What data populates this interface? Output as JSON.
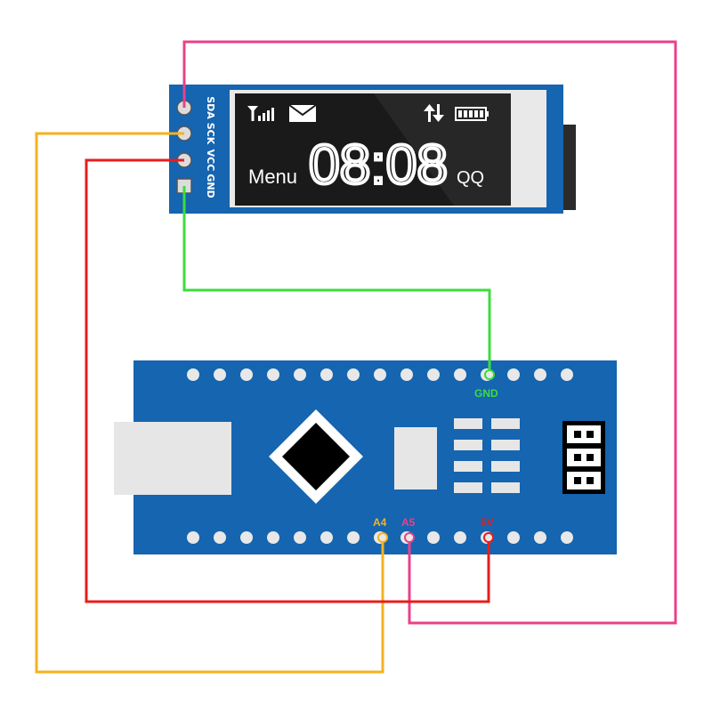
{
  "oled": {
    "pins": [
      "SDA",
      "SCK",
      "VCC",
      "GND"
    ],
    "screen": {
      "menu_label": "Menu",
      "time": "08:08",
      "right_label": "QQ",
      "icons": [
        "signal-icon",
        "mail-icon",
        "transfer-arrows-icon",
        "battery-icon"
      ]
    }
  },
  "board": {
    "labels": {
      "gnd": "GND",
      "a4": "A4",
      "a5": "A5",
      "v5": "5V"
    }
  },
  "colors": {
    "sda_wire": "#e8418a",
    "sck_wire": "#f5b21f",
    "vcc_wire": "#e81c1c",
    "gnd_wire": "#3ddc3d",
    "pcb": "#1565b0",
    "gnd_label": "#3ddc3d",
    "a4_label": "#f5b21f",
    "a5_label": "#e8418a",
    "v5_label": "#e81c1c"
  }
}
